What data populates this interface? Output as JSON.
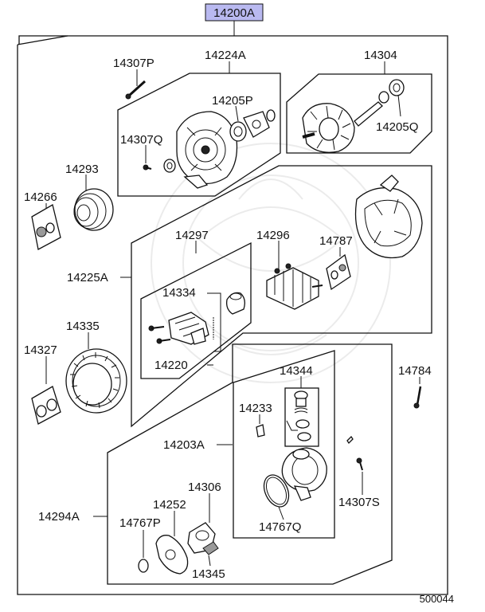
{
  "assembly": {
    "part_number": "14200A",
    "highlight_color": "#b9b9f0"
  },
  "labels": {
    "p14307P_top": "14307P",
    "p14224A": "14224A",
    "p14304": "14304",
    "p14205P": "14205P",
    "p14307Q": "14307Q",
    "p14205Q": "14205Q",
    "p14293": "14293",
    "p14266": "14266",
    "p14297": "14297",
    "p14296": "14296",
    "p14787": "14787",
    "p14225A": "14225A",
    "p14334": "14334",
    "p14335": "14335",
    "p14327": "14327",
    "p14220": "14220",
    "p14344": "14344",
    "p14784": "14784",
    "p14233": "14233",
    "p14203A": "14203A",
    "p14306": "14306",
    "p14252": "14252",
    "p14294A": "14294A",
    "p14767P": "14767P",
    "p14767Q": "14767Q",
    "p14307S": "14307S",
    "p14345": "14345"
  },
  "footer": {
    "diagram_code": "500044"
  }
}
